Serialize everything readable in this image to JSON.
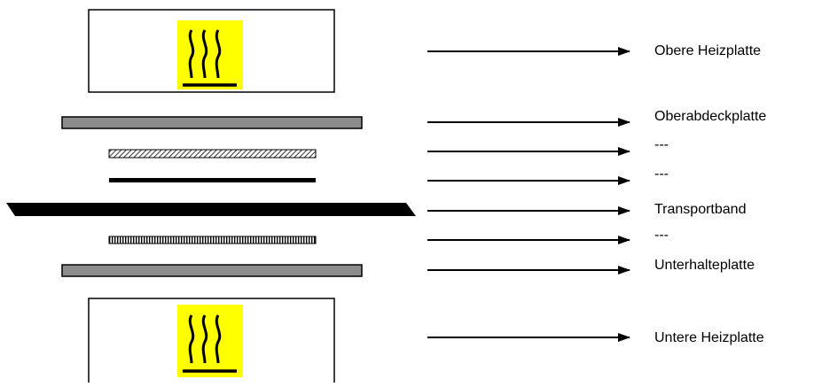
{
  "colors": {
    "plate_fill": "#8c8c8c",
    "heat_symbol_bg": "#ffff00",
    "line": "#000000"
  },
  "icons": {
    "heat": "hot-surface-icon"
  },
  "layers": [
    {
      "label": "Obere Heizplatte"
    },
    {
      "label": "Oberabdeckplatte"
    },
    {
      "label": "---"
    },
    {
      "label": "---"
    },
    {
      "label": "Transportband"
    },
    {
      "label": "---"
    },
    {
      "label": "Unterhalteplatte"
    },
    {
      "label": "Untere Heizplatte"
    }
  ]
}
